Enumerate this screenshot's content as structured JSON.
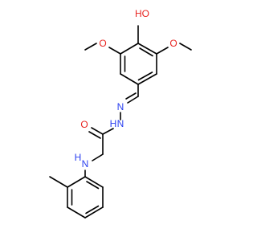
{
  "colors": {
    "carbon_bond": "#000000",
    "nitrogen": "#2a3ff0",
    "oxygen": "#e8231f",
    "background": "#ffffff"
  },
  "labels": {
    "hydroxyl": "HO",
    "methoxy_left_o": "O",
    "methoxy_right_o": "O",
    "imine_n": "N",
    "hydrazide_nh": "H",
    "hydrazide_n": "N",
    "carbonyl_o": "O",
    "amine_h": "H",
    "amine_n": "N"
  }
}
